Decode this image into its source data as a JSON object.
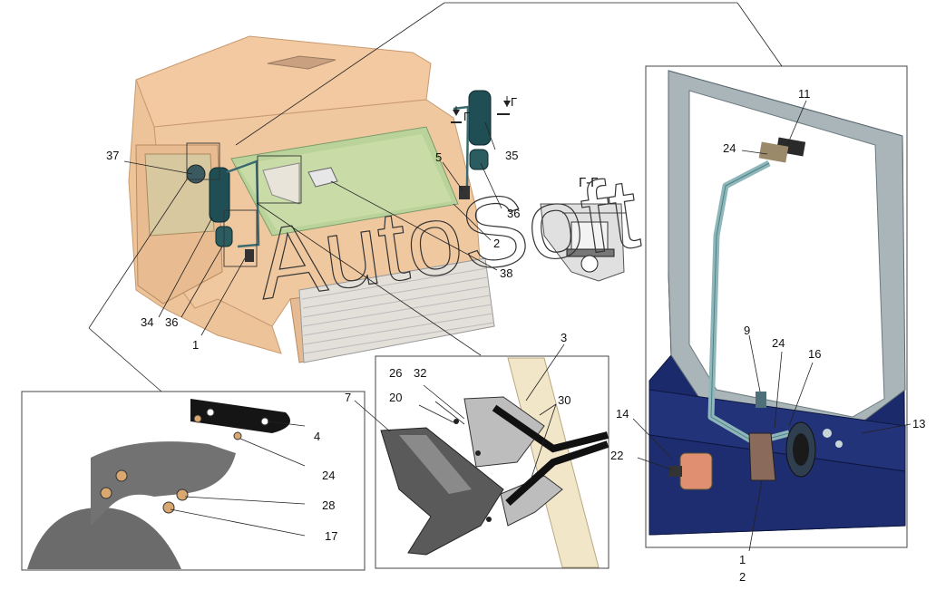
{
  "watermark": "AutoSoft",
  "section_mark": {
    "letter": "Г",
    "title": "Г-Г"
  },
  "callouts": [
    {
      "id": "c37",
      "text": "37"
    },
    {
      "id": "c35",
      "text": "35"
    },
    {
      "id": "c5",
      "text": "5"
    },
    {
      "id": "c36a",
      "text": "36"
    },
    {
      "id": "c2a",
      "text": "2"
    },
    {
      "id": "c38",
      "text": "38"
    },
    {
      "id": "c34",
      "text": "34"
    },
    {
      "id": "c36b",
      "text": "36"
    },
    {
      "id": "c1a",
      "text": "1"
    },
    {
      "id": "c4",
      "text": "4"
    },
    {
      "id": "c24a",
      "text": "24"
    },
    {
      "id": "c28",
      "text": "28"
    },
    {
      "id": "c17",
      "text": "17"
    },
    {
      "id": "c3",
      "text": "3"
    },
    {
      "id": "c26",
      "text": "26"
    },
    {
      "id": "c32",
      "text": "32"
    },
    {
      "id": "c20",
      "text": "20"
    },
    {
      "id": "c7",
      "text": "7"
    },
    {
      "id": "c30",
      "text": "30"
    },
    {
      "id": "c11",
      "text": "11"
    },
    {
      "id": "c24b",
      "text": "24"
    },
    {
      "id": "c9",
      "text": "9"
    },
    {
      "id": "c24c",
      "text": "24"
    },
    {
      "id": "c16",
      "text": "16"
    },
    {
      "id": "c14",
      "text": "14"
    },
    {
      "id": "c13",
      "text": "13"
    },
    {
      "id": "c22",
      "text": "22"
    },
    {
      "id": "c1b",
      "text": "1"
    },
    {
      "id": "c2b",
      "text": "2"
    }
  ]
}
